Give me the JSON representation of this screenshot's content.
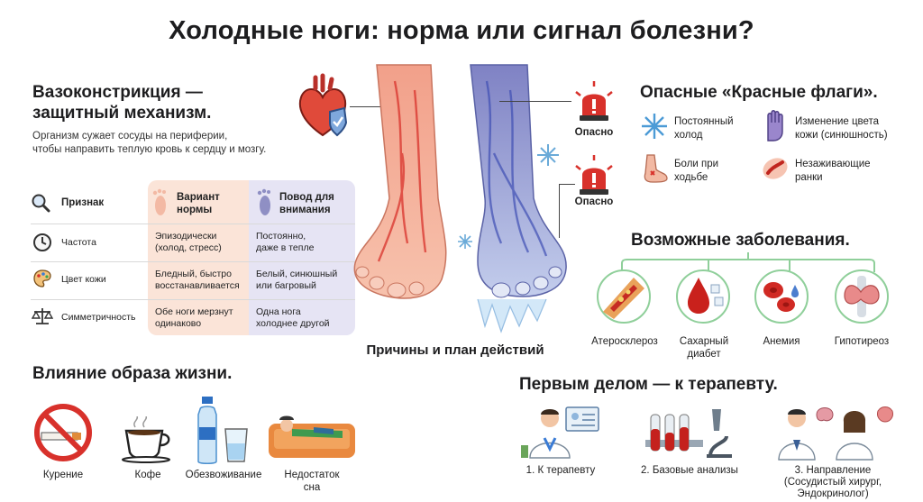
{
  "title": "Холодные ноги: норма или сигнал болезни?",
  "vaso": {
    "heading_line1": "Вазоконстрикция —",
    "heading_line2": "защитный механизм.",
    "text_line1": "Организм сужает сосуды на периферии,",
    "text_line2": "чтобы направить теплую кровь к сердцу и мозгу."
  },
  "table": {
    "col_sign": "Признак",
    "col_norm_line1": "Вариант",
    "col_norm_line2": "нормы",
    "col_warn_line1": "Повод для",
    "col_warn_line2": "внимания",
    "rows": [
      {
        "label": "Частота",
        "norm_line1": "Эпизодически",
        "norm_line2": "(холод, стресс)",
        "warn_line1": "Постоянно,",
        "warn_line2": "даже в тепле"
      },
      {
        "label": "Цвет кожи",
        "norm_line1": "Бледный, быстро",
        "norm_line2": "восстанавливается",
        "warn_line1": "Белый, синюшный",
        "warn_line2": "или багровый"
      },
      {
        "label": "Симметричность",
        "norm_line1": "Обе ноги мерзнут",
        "norm_line2": "одинаково",
        "warn_line1": "Одна нога",
        "warn_line2": "холоднее другой"
      }
    ]
  },
  "feet": {
    "danger_label_1": "Опасно",
    "danger_label_2": "Опасно",
    "caption": "Причины и план действий"
  },
  "red_flags": {
    "heading": "Опасные «Красные флаги».",
    "items": [
      {
        "line1": "Постоянный",
        "line2": "холод",
        "icon": "snowflake-icon"
      },
      {
        "line1": "Изменение цвета",
        "line2": "кожи (синюшность)",
        "icon": "purple-hand-icon"
      },
      {
        "line1": "Боли при",
        "line2": "ходьбе",
        "icon": "painful-foot-icon"
      },
      {
        "line1": "Незаживающие",
        "line2": "ранки",
        "icon": "wound-icon"
      }
    ]
  },
  "diseases": {
    "heading": "Возможные заболевания.",
    "items": [
      {
        "line1": "Атеросклероз",
        "line2": ""
      },
      {
        "line1": "Сахарный",
        "line2": "диабет"
      },
      {
        "line1": "Анемия",
        "line2": ""
      },
      {
        "line1": "Гипотиреоз",
        "line2": ""
      }
    ]
  },
  "lifestyle": {
    "heading": "Влияние образа жизни.",
    "items": [
      {
        "line1": "Курение",
        "line2": ""
      },
      {
        "line1": "Кофе",
        "line2": ""
      },
      {
        "line1": "Обезвоживание",
        "line2": ""
      },
      {
        "line1": "Недостаток",
        "line2": "сна"
      }
    ]
  },
  "first_steps": {
    "heading": "Первым делом — к терапевту.",
    "items": [
      {
        "line1": "1. К терапевту",
        "line2": "",
        "line3": ""
      },
      {
        "line1": "2. Базовые анализы",
        "line2": "",
        "line3": ""
      },
      {
        "line1": "3. Направление",
        "line2": "(Сосудистый хирург,",
        "line3": "Эндокринолог)"
      }
    ]
  },
  "colors": {
    "red": "#d8312b",
    "blue": "#6f86c9",
    "peach": "#fbe4d8",
    "lavender": "#e6e4f4",
    "green_line": "#8fcf9a"
  }
}
